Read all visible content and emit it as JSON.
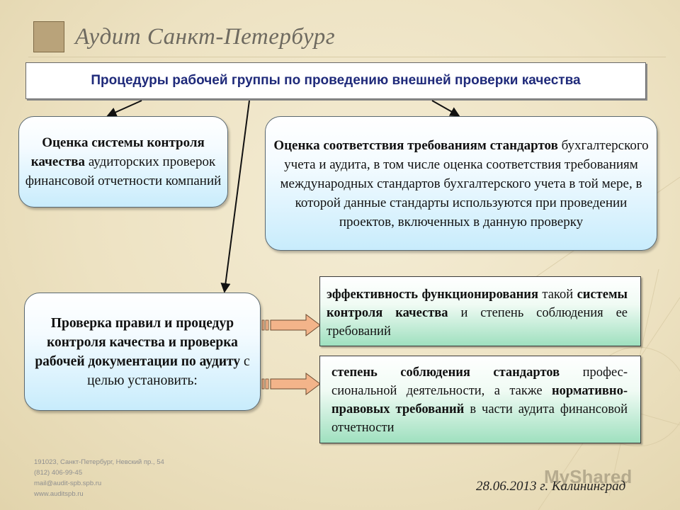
{
  "header": {
    "brand_name": "Аудит Санкт-Петербург"
  },
  "title": "Процедуры рабочей группы по проведению внешней проверки качества",
  "box_left": {
    "bold": "Оценка системы контроля качества",
    "rest": " аудиторских проверок финансовой отчетности компаний"
  },
  "box_right": {
    "bold": "Оценка соответствия требованиям стандартов",
    "rest": " бухгалтерского учета и аудита, в том числе оценка соответствия требованиям международных стандартов бухгалтерского учета в той мере, в которой данные стандарты используются при проведении проектов, включенных в данную проверку"
  },
  "box_check": {
    "bold": "Проверка правил и процедур контроля качества и проверка рабочей документации по аудиту",
    "rest": " с целью установить:"
  },
  "result_1": {
    "bold_1": "эффективность функционирования",
    "text_1": " такой ",
    "bold_2": "системы контроля качества",
    "text_2": " и степень соблюдения ее требований"
  },
  "result_2": {
    "bold_1": "степень соблюдения стандартов",
    "text_1": " профес-сиональной деятельности, а также ",
    "bold_2": "нормативно-правовых требований",
    "text_2": " в части аудита финансовой отчетности"
  },
  "footer": {
    "address": "191023, Санкт-Петербург, Невский пр., 54",
    "phone": "(812) 406-99-45",
    "email": "mail@audit-spb.spb.ru",
    "website": "www.auditspb.ru",
    "date_place": "28.06.2013   г. Калининград",
    "watermark": "MyShared"
  },
  "colors": {
    "title_text": "#1f2a7a",
    "bubble_blue": "#c8ecfc",
    "box_green": "#9fe0bf",
    "arrow_fill": "#f3b48a",
    "background": "#efe4c6"
  }
}
